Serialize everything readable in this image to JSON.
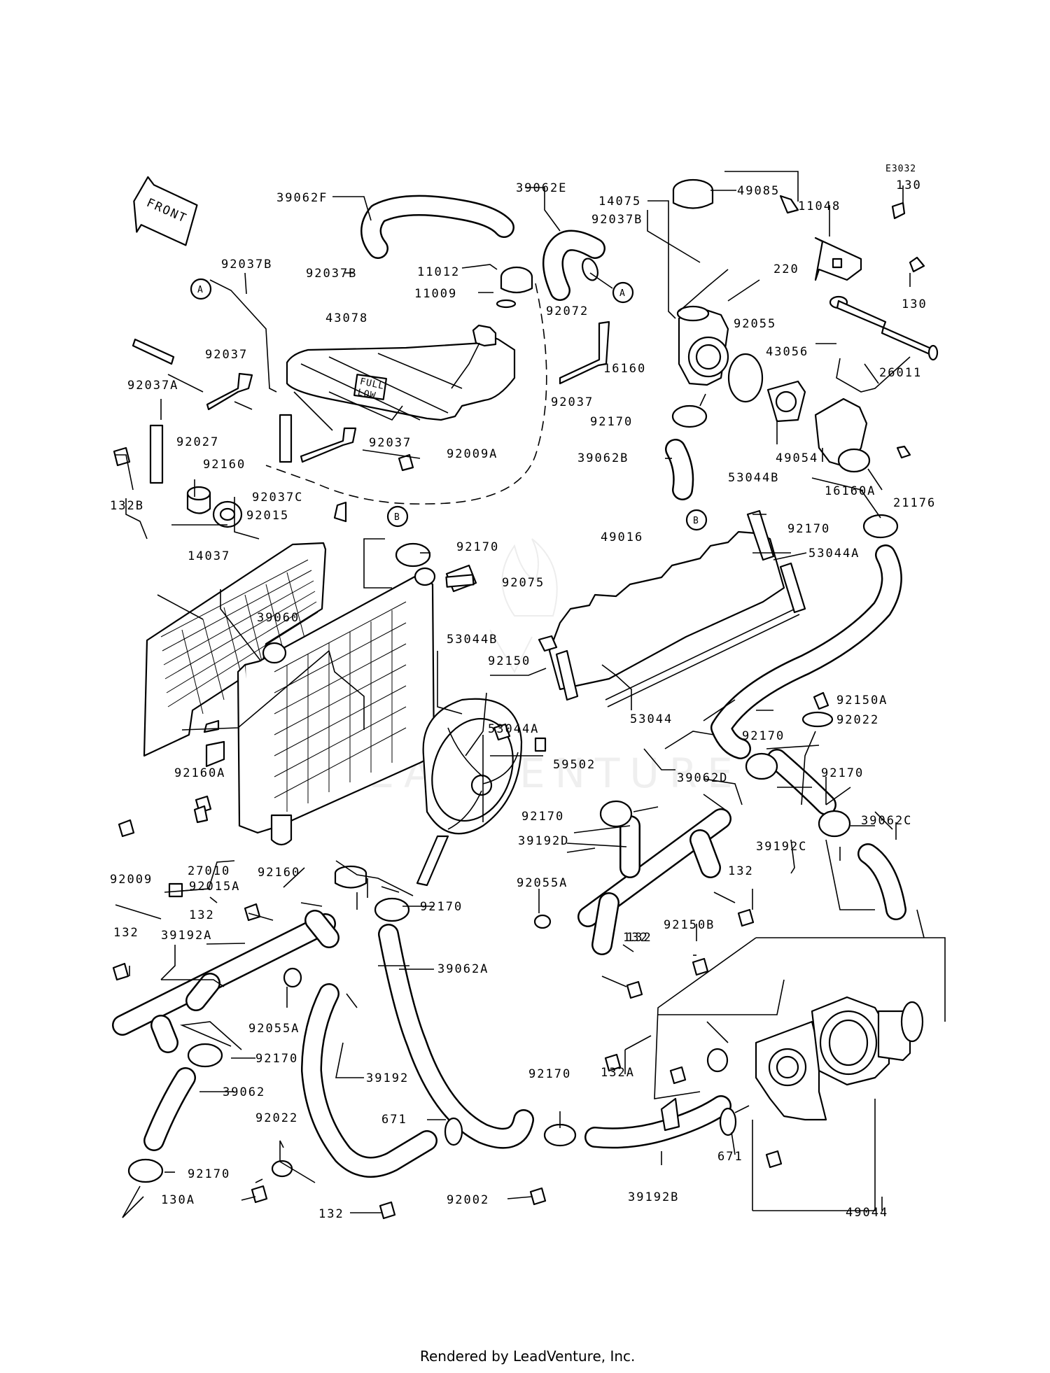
{
  "diagram_code": "E3032",
  "front_label": "FRONT",
  "tank_print": [
    "FULL",
    "LOW"
  ],
  "watermark": "LEADVENTURE",
  "footer": "Rendered by LeadVenture, Inc.",
  "callouts": [
    "A",
    "A",
    "B",
    "B"
  ],
  "parts": [
    "39062F",
    "39062E",
    "14075",
    "49085",
    "92037B",
    "11048",
    "130",
    "92037B",
    "11012",
    "11009",
    "220",
    "92037B",
    "92072",
    "43078",
    "92037",
    "92037A",
    "92037",
    "92027",
    "92160",
    "132B",
    "92037C",
    "92015",
    "92037",
    "92009A",
    "16160",
    "92055",
    "43056",
    "26011",
    "92170",
    "39062B",
    "49054",
    "16160A",
    "21176",
    "53044B",
    "92170",
    "53044A",
    "49016",
    "92170",
    "92075",
    "14037",
    "39060",
    "53044B",
    "92150",
    "53044A",
    "53044",
    "92150A",
    "92170",
    "92022",
    "92160A",
    "59502",
    "39062D",
    "92170",
    "27010",
    "92170",
    "39192D",
    "39192C",
    "39062C",
    "92009",
    "92160",
    "92015A",
    "92170",
    "92055A",
    "132",
    "132",
    "92150B",
    "132",
    "39192A",
    "132",
    "132",
    "39062A",
    "92055A",
    "92170",
    "39062",
    "39192",
    "92170",
    "92022",
    "671",
    "132A",
    "671",
    "92170",
    "130A",
    "132",
    "92002",
    "39192B",
    "49044",
    "130"
  ]
}
